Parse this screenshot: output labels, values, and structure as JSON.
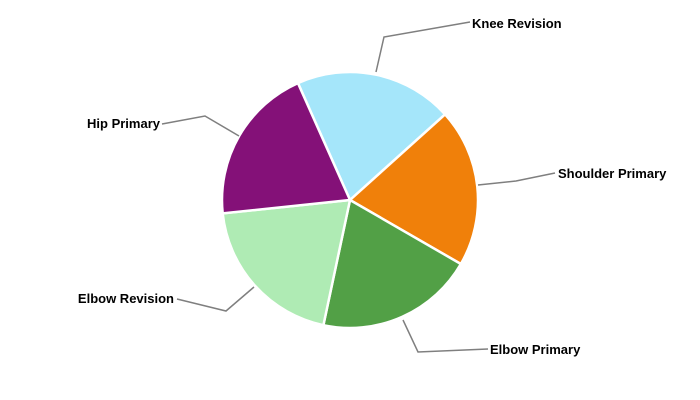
{
  "chart_data": {
    "type": "pie",
    "title": "",
    "start_angle_deg": -24,
    "categories": [
      "Knee Revision",
      "Shoulder Primary",
      "Elbow Primary",
      "Elbow Revision",
      "Hip Primary"
    ],
    "values": [
      20,
      20,
      20,
      20,
      20
    ],
    "colors": [
      "#A5E6FA",
      "#F0800A",
      "#52A046",
      "#AFEBB4",
      "#841178"
    ],
    "legend": "none",
    "labels": "outside with leader lines"
  }
}
